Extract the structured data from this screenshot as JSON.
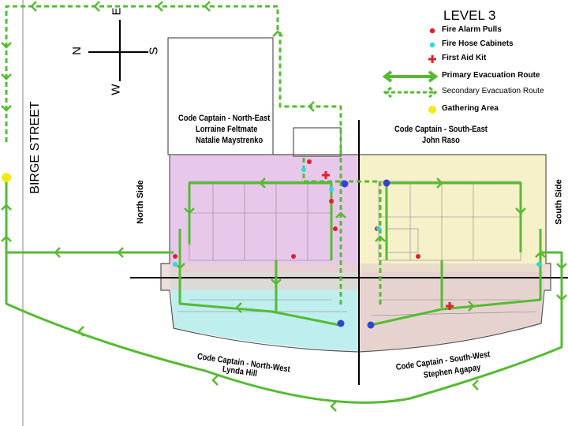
{
  "legend": {
    "title": "LEVEL 3",
    "items": [
      {
        "label": "Fire Alarm Pulls",
        "icon": "fire-alarm-dot",
        "color": "#e0202a"
      },
      {
        "label": "Fire Hose Cabinets",
        "icon": "fire-hose-dot",
        "color": "#2bd8e8"
      },
      {
        "label": "First Aid Kit",
        "icon": "red-cross-icon",
        "color": "#e0202a"
      },
      {
        "label": "Primary Evacuation Route",
        "icon": "solid-arrow-line",
        "color": "#55bb33"
      },
      {
        "label": "Secondary Evacuation Route",
        "icon": "dashed-arrow-line",
        "color": "#55bb33"
      },
      {
        "label": "Gathering Area",
        "icon": "yellow-dot",
        "color": "#f2ea10"
      }
    ]
  },
  "street": {
    "name": "BIRGE STREET"
  },
  "compass": {
    "n": "N",
    "e": "E",
    "s": "S",
    "w": "W"
  },
  "sides": {
    "north": "North Side",
    "south": "South Side"
  },
  "captains": {
    "north_east": {
      "title": "Code Captain - North-East",
      "names": [
        "Lorraine Feltmate",
        "Natalie Maystrenko"
      ]
    },
    "south_east": {
      "title": "Code Captain - South-East",
      "names": [
        "John Raso"
      ]
    },
    "north_west": {
      "title": "Code Captain - North-West",
      "names": [
        "Lynda Hill"
      ]
    },
    "south_west": {
      "title": "Code Captain - South-West",
      "names": [
        "Stephen Agapay"
      ]
    }
  },
  "zone_colors": {
    "north_east": "#e8c8ea",
    "south_east": "#f6f1c8",
    "north_west": "#bfeeee",
    "south_west": "#e6d3cf"
  },
  "route_color": "#55bb33"
}
